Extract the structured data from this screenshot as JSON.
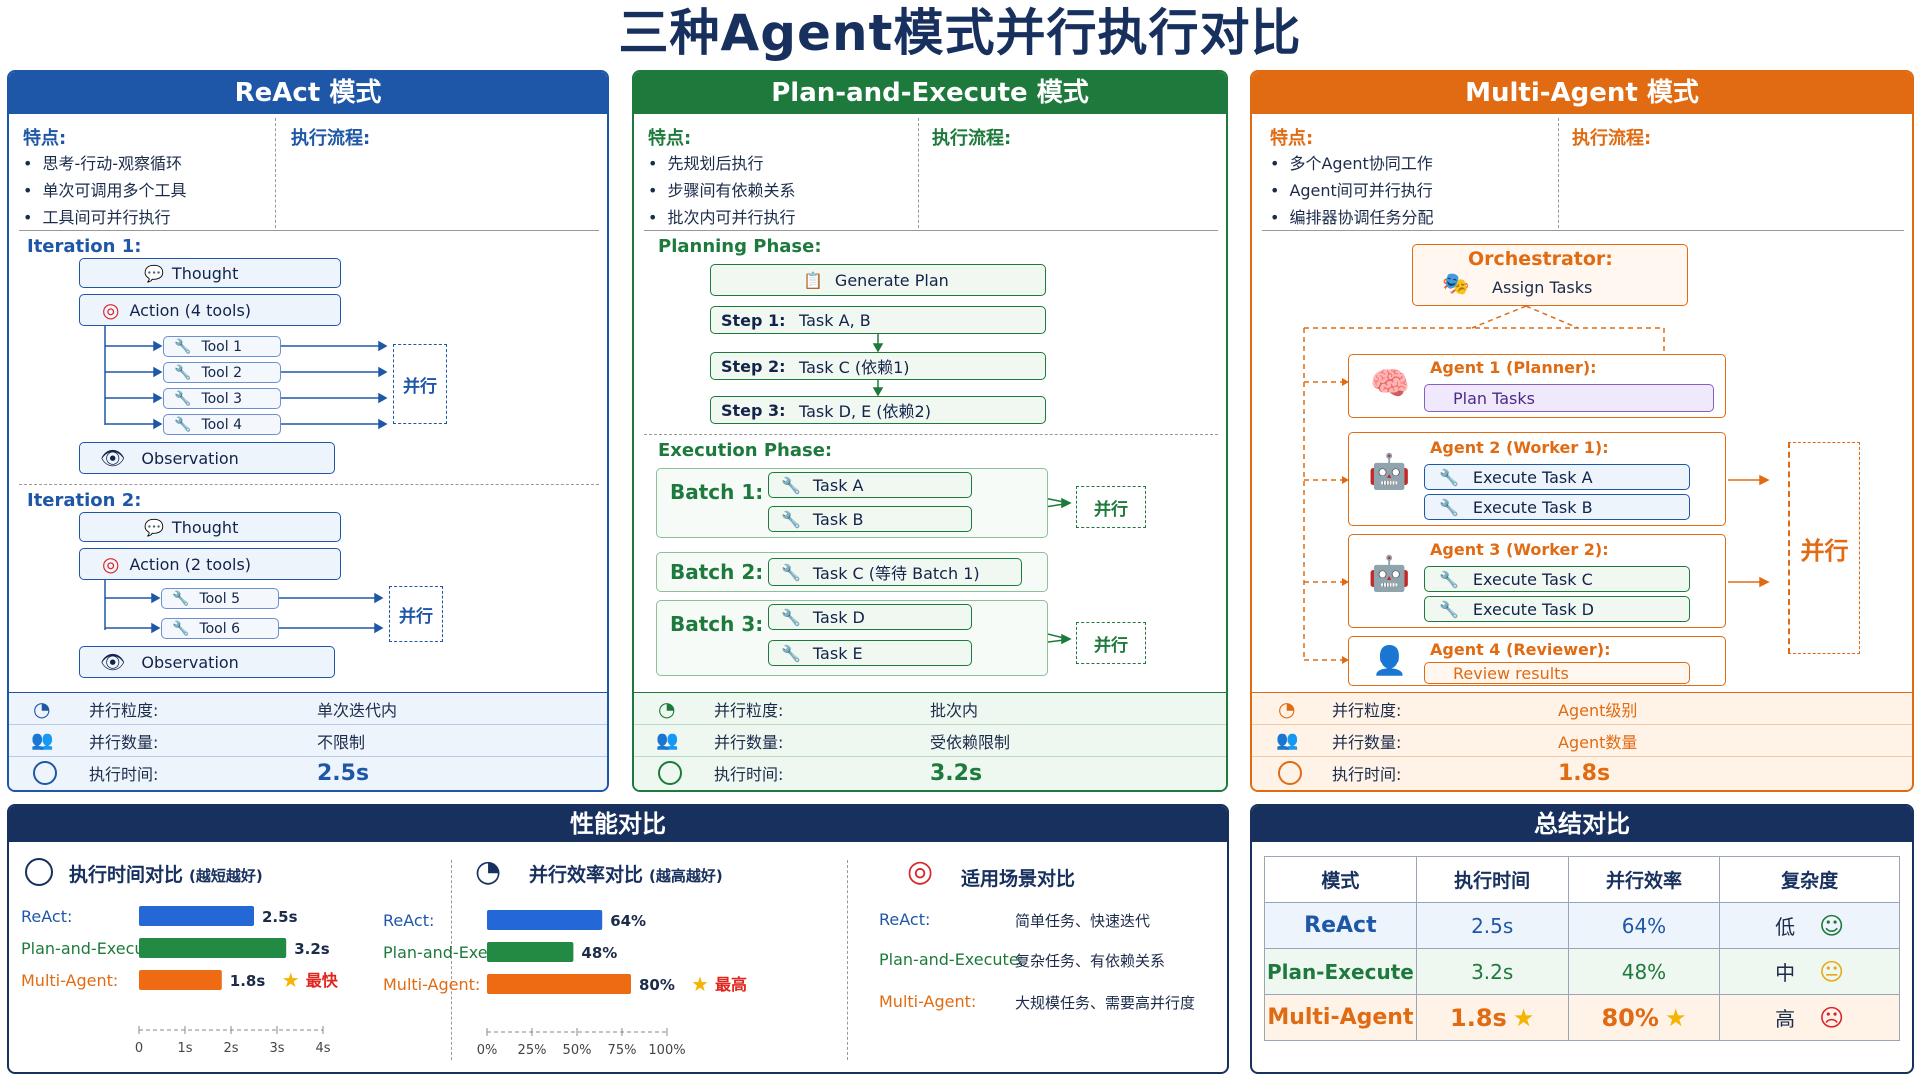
{
  "title": "三种Agent模式并行执行对比",
  "labels": {
    "features": "特点:",
    "flow": "执行流程:",
    "parallel": "并行",
    "granularity": "并行粒度:",
    "count": "并行数量:",
    "time": "执行时间:"
  },
  "react": {
    "header": "ReAct 模式",
    "features": [
      "思考-行动-观察循环",
      "单次可调用多个工具",
      "工具间可并行执行"
    ],
    "iterations": [
      {
        "label": "Iteration 1:",
        "thought": "Thought",
        "action": "Action (4 tools)",
        "tools": [
          "Tool 1",
          "Tool 2",
          "Tool 3",
          "Tool 4"
        ],
        "observation": "Observation"
      },
      {
        "label": "Iteration 2:",
        "thought": "Thought",
        "action": "Action (2 tools)",
        "tools": [
          "Tool 5",
          "Tool 6"
        ],
        "observation": "Observation"
      }
    ],
    "stats": {
      "granularity": "单次迭代内",
      "count": "不限制",
      "time": "2.5s"
    }
  },
  "plan": {
    "header": "Plan-and-Execute 模式",
    "features": [
      "先规划后执行",
      "步骤间有依赖关系",
      "批次内可并行执行"
    ],
    "planning_label": "Planning Phase:",
    "generate": "Generate Plan",
    "steps": [
      {
        "label": "Step 1:",
        "task": "Task A, B"
      },
      {
        "label": "Step 2:",
        "task": "Task C (依赖1)"
      },
      {
        "label": "Step 3:",
        "task": "Task D, E (依赖2)"
      }
    ],
    "execution_label": "Execution Phase:",
    "batches": [
      {
        "label": "Batch 1:",
        "tasks": [
          "Task A",
          "Task B"
        ]
      },
      {
        "label": "Batch 2:",
        "tasks": [
          "Task C (等待 Batch 1)"
        ]
      },
      {
        "label": "Batch 3:",
        "tasks": [
          "Task D",
          "Task E"
        ]
      }
    ],
    "stats": {
      "granularity": "批次内",
      "count": "受依赖限制",
      "time": "3.2s"
    }
  },
  "multi": {
    "header": "Multi-Agent 模式",
    "features": [
      "多个Agent协同工作",
      "Agent间可并行执行",
      "编排器协调任务分配"
    ],
    "orchestrator": "Orchestrator:",
    "assign": "Assign Tasks",
    "agents": [
      {
        "name": "Agent 1 (Planner):",
        "tasks": [
          "Plan Tasks"
        ]
      },
      {
        "name": "Agent 2 (Worker 1):",
        "tasks": [
          "Execute Task A",
          "Execute Task B"
        ]
      },
      {
        "name": "Agent 3 (Worker 2):",
        "tasks": [
          "Execute Task C",
          "Execute Task D"
        ]
      },
      {
        "name": "Agent 4 (Reviewer):",
        "tasks": [
          "Review results"
        ]
      }
    ],
    "stats": {
      "granularity": "Agent级别",
      "count": "Agent数量",
      "time": "1.8s"
    }
  },
  "perf": {
    "header": "性能对比",
    "time_title": "执行时间对比",
    "time_note": "(越短越好)",
    "eff_title": "并行效率对比",
    "eff_note": "(越高越好)",
    "scene_title": "适用场景对比",
    "best_fast": "最快",
    "best_high": "最高",
    "scenes": [
      {
        "mode": "ReAct:",
        "text": "简单任务、快速迭代"
      },
      {
        "mode": "Plan-and-Execute:",
        "text": "复杂任务、有依赖关系"
      },
      {
        "mode": "Multi-Agent:",
        "text": "大规模任务、需要高并行度"
      }
    ]
  },
  "chart_data": [
    {
      "type": "bar",
      "categories": [
        "ReAct:",
        "Plan-and-Execute:",
        "Multi-Agent:"
      ],
      "values": [
        2.5,
        3.2,
        1.8
      ],
      "value_labels": [
        "2.5s",
        "3.2s",
        "1.8s"
      ],
      "xlim": [
        0,
        4
      ],
      "ticks": [
        "0",
        "1s",
        "2s",
        "3s",
        "4s"
      ],
      "colors": [
        "#2368d6",
        "#228a42",
        "#ee6b13"
      ]
    },
    {
      "type": "bar",
      "categories": [
        "ReAct:",
        "Plan-and-Execute:",
        "Multi-Agent:"
      ],
      "values": [
        64,
        48,
        80
      ],
      "value_labels": [
        "64%",
        "48%",
        "80%"
      ],
      "xlim": [
        0,
        100
      ],
      "ticks": [
        "0%",
        "25%",
        "50%",
        "75%",
        "100%"
      ],
      "colors": [
        "#2368d6",
        "#228a42",
        "#ee6b13"
      ]
    }
  ],
  "summary": {
    "header": "总结对比",
    "columns": [
      "模式",
      "执行时间",
      "并行效率",
      "复杂度"
    ],
    "rows": [
      {
        "mode": "ReAct",
        "time": "2.5s",
        "eff": "64%",
        "complexity": "低"
      },
      {
        "mode": "Plan-Execute",
        "time": "3.2s",
        "eff": "48%",
        "complexity": "中"
      },
      {
        "mode": "Multi-Agent",
        "time": "1.8s",
        "eff": "80%",
        "complexity": "高"
      }
    ]
  },
  "colors": {
    "blue": "#1f57a8",
    "green": "#1e7a3c",
    "orange": "#e06b12",
    "navy": "#17305e"
  }
}
